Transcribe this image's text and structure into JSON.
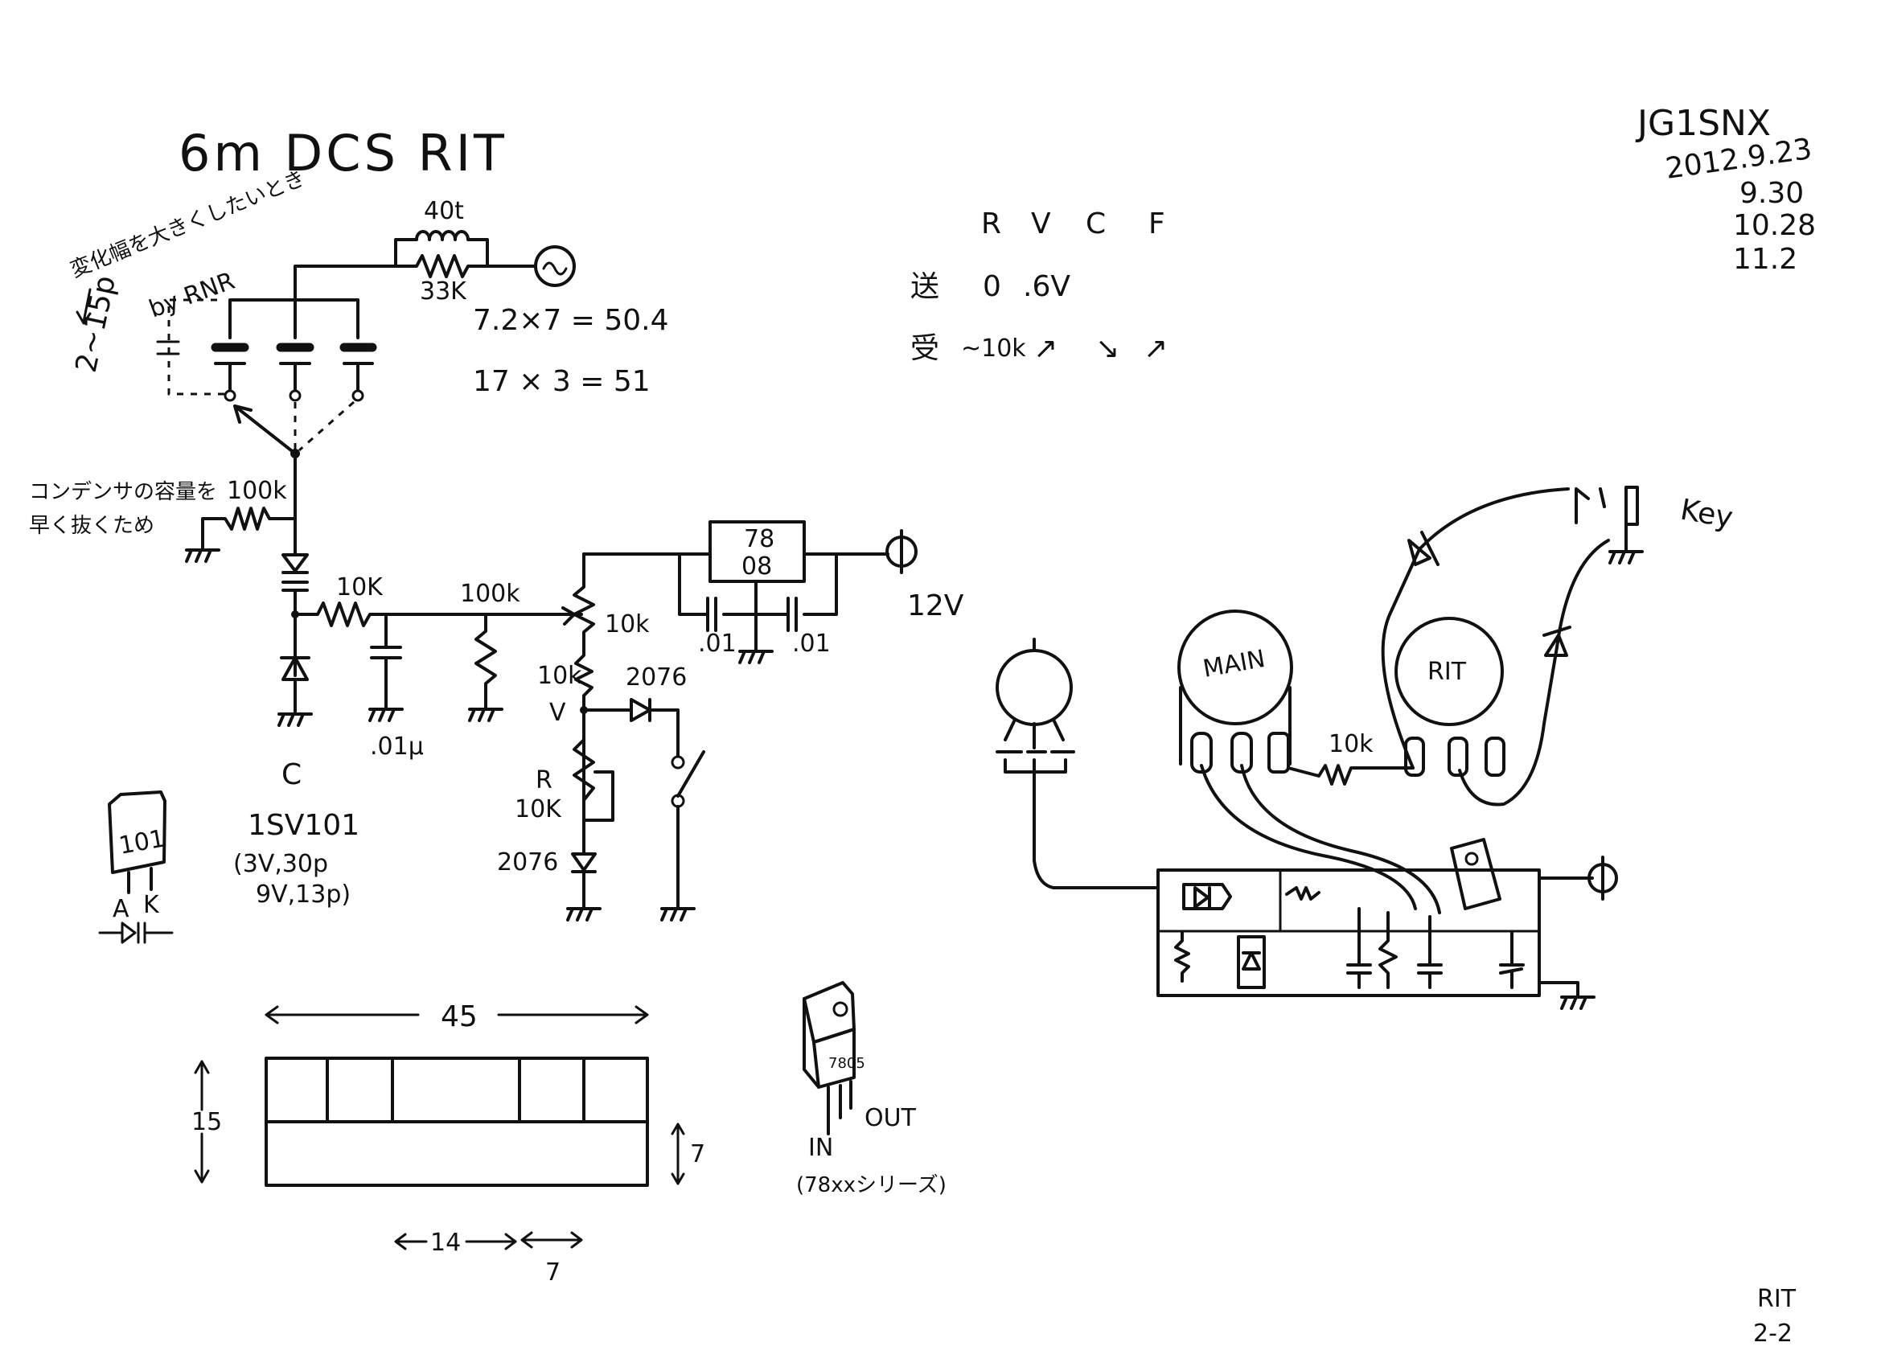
{
  "title": "6m DCS   RIT",
  "author": {
    "callsign": "JG1SNX",
    "dates": [
      "2012.9.23",
      "9.30",
      "10.28",
      "11.2"
    ]
  },
  "page_label": {
    "name": "RIT",
    "number": "2-2"
  },
  "notes": {
    "range_note": "変化幅を大きくしたいとき",
    "by": "by RNR",
    "cap_range": "2~15p",
    "discharge_note_1": "コンデンサの容量を",
    "discharge_note_2": "早く抜くため",
    "calc_1": "7.2×7 = 50.4",
    "calc_2": "17 × 3 = 51"
  },
  "rvcf_table": {
    "headers": [
      "R",
      "V",
      "C",
      "F"
    ],
    "rows": [
      {
        "label": "送",
        "values": [
          "0",
          ".6V"
        ]
      },
      {
        "label": "受",
        "values": [
          "~10k",
          "↗",
          "↘",
          "↗"
        ]
      }
    ]
  },
  "schematic": {
    "inductor": "40t",
    "r_33k": "33K",
    "r_100k_discharge": "100k",
    "r_10k_series": "10K",
    "r_100k": "100k",
    "pot_10k": "10k",
    "r_10k_lower": "10k",
    "node_v": "V",
    "diode_top": "2076",
    "var_r_label": "R",
    "var_r_value": "10K",
    "diode_bottom": "2076",
    "cap_01u": ".01μ",
    "varicap_label": "C",
    "varicap_part": "1SV101",
    "varicap_spec_1": "(3V,30p",
    "varicap_spec_2": "9V,13p)",
    "regulator_1": "78",
    "regulator_2": "08",
    "cap_in": ".01",
    "cap_out": ".01",
    "supply": "12V"
  },
  "package_101": {
    "marking": "101",
    "pins": [
      "A",
      "K"
    ]
  },
  "dimensions": {
    "width": "45",
    "height": "15",
    "lower": "7",
    "seg1": "14",
    "seg2": "7"
  },
  "regulator_pkg": {
    "marking": "7805",
    "in": "IN",
    "out": "OUT",
    "series": "(78xxシリーズ)"
  },
  "wiring": {
    "main": "MAIN",
    "rit": "RIT",
    "resistor": "10k",
    "key": "Key"
  }
}
